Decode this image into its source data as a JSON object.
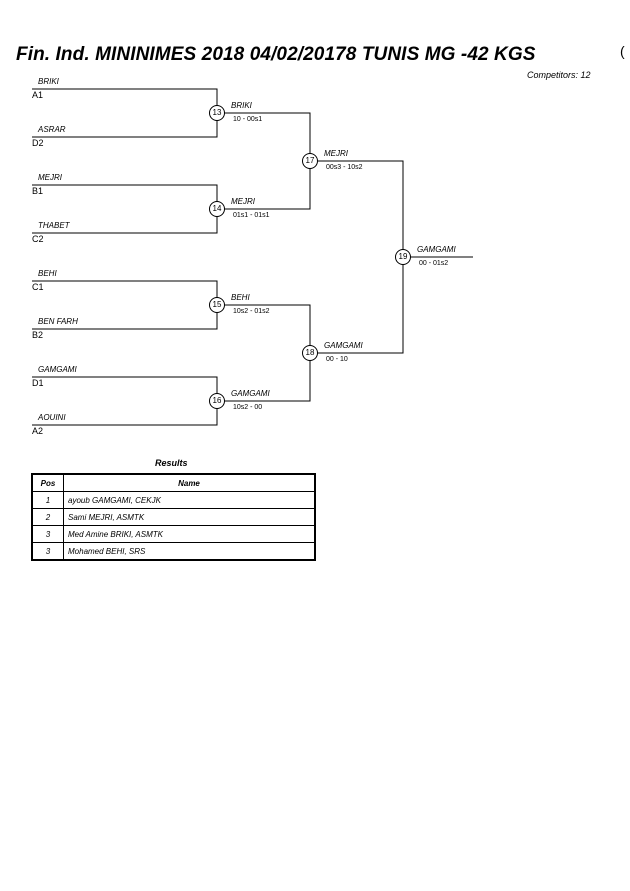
{
  "header": {
    "title": "Fin. Ind. MININIMES 2018  04/02/20178  TUNIS   MG -42 KGS",
    "paren": "(",
    "competitors": "Competitors: 12"
  },
  "bracket": {
    "round1": [
      {
        "name": "BRIKI",
        "seed": "A1"
      },
      {
        "name": "ASRAR",
        "seed": "D2"
      },
      {
        "name": "MEJRI",
        "seed": "B1"
      },
      {
        "name": "THABET",
        "seed": "C2"
      },
      {
        "name": "BEHI",
        "seed": "C1"
      },
      {
        "name": "BEN FARH",
        "seed": "B2"
      },
      {
        "name": "GAMGAMI",
        "seed": "D1"
      },
      {
        "name": "AOUINI",
        "seed": "A2"
      }
    ],
    "round2": [
      {
        "match": "13",
        "winner": "BRIKI",
        "score": "10 - 00s1"
      },
      {
        "match": "14",
        "winner": "MEJRI",
        "score": "01s1 - 01s1"
      },
      {
        "match": "15",
        "winner": "BEHI",
        "score": "10s2 - 01s2"
      },
      {
        "match": "16",
        "winner": "GAMGAMI",
        "score": "10s2 - 00"
      }
    ],
    "round3": [
      {
        "match": "17",
        "winner": "MEJRI",
        "score": "00s3 - 10s2"
      },
      {
        "match": "18",
        "winner": "GAMGAMI",
        "score": "00 - 10"
      }
    ],
    "final": {
      "match": "19",
      "winner": "GAMGAMI",
      "score": "00 - 01s2"
    }
  },
  "results": {
    "title": "Results",
    "headers": {
      "pos": "Pos",
      "name": "Name"
    },
    "rows": [
      {
        "pos": "1",
        "name": "ayoub GAMGAMI, CEKJK"
      },
      {
        "pos": "2",
        "name": "Sami MEJRI, ASMTK"
      },
      {
        "pos": "3",
        "name": "Med Amine BRIKI, ASMTK"
      },
      {
        "pos": "3",
        "name": "Mohamed BEHI, SRS"
      }
    ]
  }
}
